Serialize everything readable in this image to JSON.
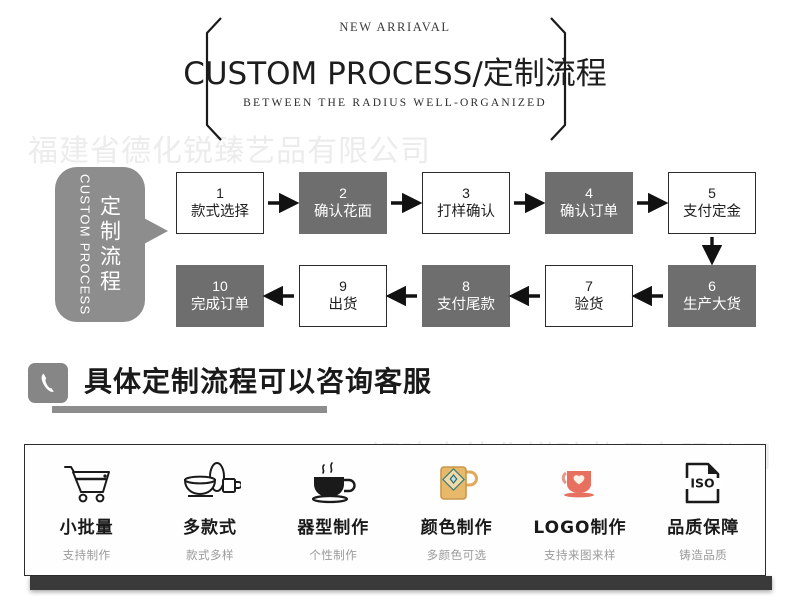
{
  "watermark": {
    "text": "福建省德化锐臻艺品有限公司"
  },
  "banner": {
    "eyebrow": "NEW ARRIAVAL",
    "title": "CUSTOM PROCESS/定制流程",
    "subtitle": "BETWEEN THE RADIUS  WELL-ORGANIZED"
  },
  "flow": {
    "bubble": {
      "cn": "定制流程",
      "en": "CUSTOM PROCESS"
    },
    "steps": [
      {
        "num": "1",
        "label": "款式选择",
        "style": "light"
      },
      {
        "num": "2",
        "label": "确认花面",
        "style": "dark"
      },
      {
        "num": "3",
        "label": "打样确认",
        "style": "light"
      },
      {
        "num": "4",
        "label": "确认订单",
        "style": "dark"
      },
      {
        "num": "5",
        "label": "支付定金",
        "style": "light"
      },
      {
        "num": "6",
        "label": "生产大货",
        "style": "dark"
      },
      {
        "num": "7",
        "label": "验货",
        "style": "light"
      },
      {
        "num": "8",
        "label": "支付尾款",
        "style": "dark"
      },
      {
        "num": "9",
        "label": "出货",
        "style": "light"
      },
      {
        "num": "10",
        "label": "完成订单",
        "style": "dark"
      }
    ]
  },
  "consult": {
    "title": "具体定制流程可以咨询客服",
    "icon": "phone-icon"
  },
  "features": [
    {
      "icon": "shopping-cart-icon",
      "title": "小批量",
      "sub": "支持制作"
    },
    {
      "icon": "tableware-icon",
      "title": "多款式",
      "sub": "款式多样"
    },
    {
      "icon": "coffee-cup-icon",
      "title": "器型制作",
      "sub": "个性制作"
    },
    {
      "icon": "color-mug-icon",
      "title": "颜色制作",
      "sub": "多颜色可选"
    },
    {
      "icon": "heart-mug-icon",
      "title": "LOGO制作",
      "sub": "支持来图来样"
    },
    {
      "icon": "iso-document-icon",
      "title": "品质保障",
      "sub": "铸造品质"
    }
  ],
  "colors": {
    "dark_node": "#6e6e6e",
    "bubble": "#8d8d8d",
    "rule": "#8d8d8d",
    "card_border": "#2c2c2c",
    "shadow_bar": "#3a3a3a",
    "watermark": "#ececec"
  }
}
